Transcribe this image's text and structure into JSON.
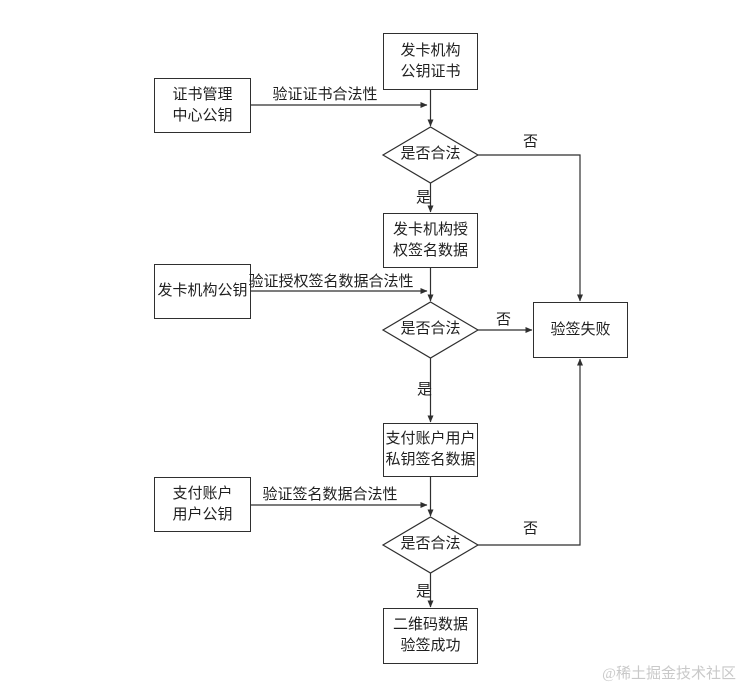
{
  "flowchart": {
    "nodes": {
      "issuer_cert": {
        "lines": [
          "发卡机构",
          "公钥证书"
        ]
      },
      "ca_pubkey": {
        "lines": [
          "证书管理",
          "中心公钥"
        ]
      },
      "issuer_auth_sign": {
        "lines": [
          "发卡机构授",
          "权签名数据"
        ]
      },
      "issuer_pubkey": {
        "lines": [
          "发卡机构公钥"
        ]
      },
      "verify_fail": {
        "lines": [
          "验签失败"
        ]
      },
      "payer_priv_sign": {
        "lines": [
          "支付账户用户",
          "私钥签名数据"
        ]
      },
      "payer_pubkey": {
        "lines": [
          "支付账户",
          "用户公钥"
        ]
      },
      "verify_success": {
        "lines": [
          "二维码数据",
          "验签成功"
        ]
      }
    },
    "decisions": {
      "d1": {
        "label": "是否合法"
      },
      "d2": {
        "label": "是否合法"
      },
      "d3": {
        "label": "是否合法"
      }
    },
    "edge_labels": {
      "verify_cert": "验证证书合法性",
      "verify_auth_sign": "验证授权签名数据合法性",
      "verify_sign": "验证签名数据合法性",
      "yes1": "是",
      "no1": "否",
      "yes2": "是",
      "no2": "否",
      "yes3": "是",
      "no3": "否"
    },
    "watermark": "@稀土掘金技术社区",
    "colors": {
      "line": "#2f2f2f",
      "background": "#ffffff",
      "watermark": "#c9c9c9"
    }
  }
}
